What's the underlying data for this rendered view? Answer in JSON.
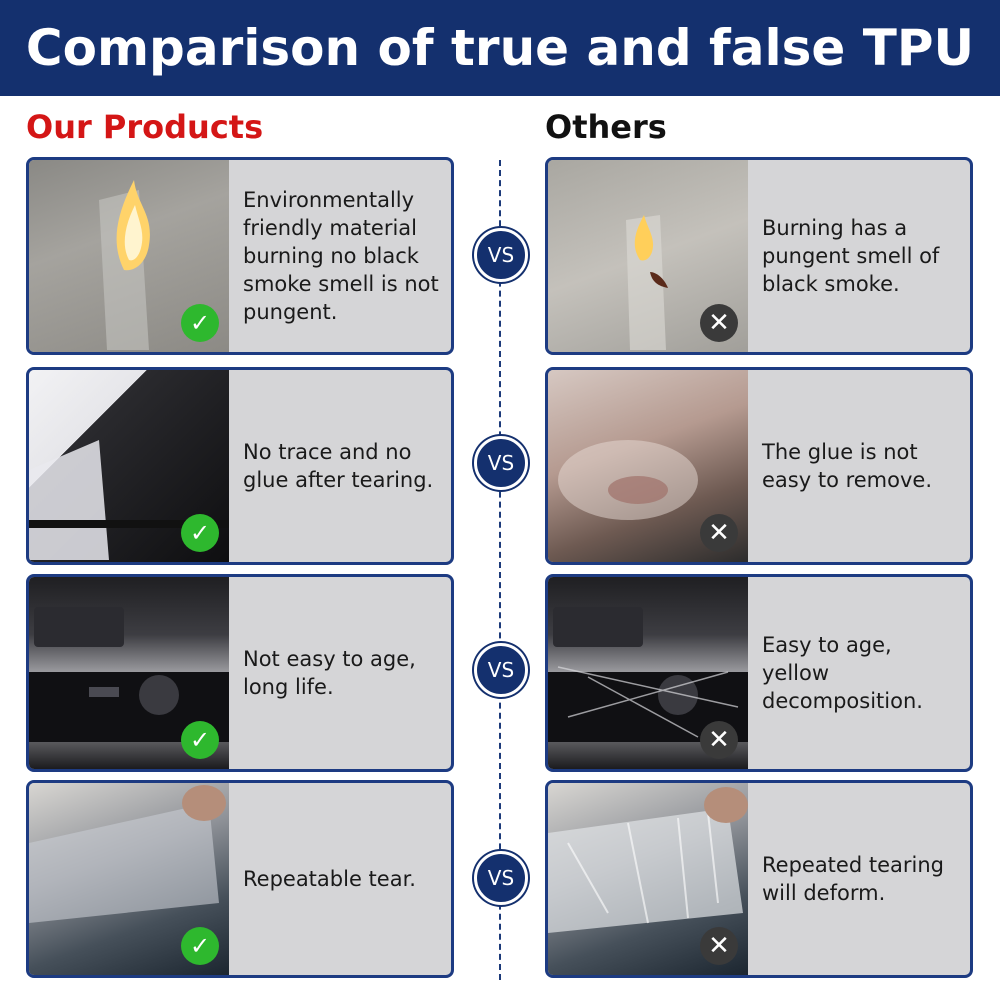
{
  "title": "Comparison of true and false TPU",
  "columns": {
    "ours": "Our Products",
    "others": "Others"
  },
  "vs_label": "VS",
  "colors": {
    "banner": "#14306e",
    "ours_heading": "#d41616",
    "check": "#2eb82e",
    "cross": "#3a3a3a",
    "card_border": "#1d3b82"
  },
  "rows": [
    {
      "ours": {
        "text": "Environmentally friendly material burning no black smoke smell is not pungent.",
        "icon": "check-icon"
      },
      "others": {
        "text": "Burning has a pungent smell of black smoke.",
        "icon": "cross-icon"
      }
    },
    {
      "ours": {
        "text": "No trace and no glue after tearing.",
        "icon": "check-icon"
      },
      "others": {
        "text": "The glue is not easy to remove.",
        "icon": "cross-icon"
      }
    },
    {
      "ours": {
        "text": "Not easy to age, long life.",
        "icon": "check-icon"
      },
      "others": {
        "text": "Easy to age, yellow decomposition.",
        "icon": "cross-icon"
      }
    },
    {
      "ours": {
        "text": "Repeatable tear.",
        "icon": "check-icon"
      },
      "others": {
        "text": "Repeated tearing will deform.",
        "icon": "cross-icon"
      }
    }
  ],
  "symbols": {
    "check": "✓",
    "cross": "✕"
  }
}
